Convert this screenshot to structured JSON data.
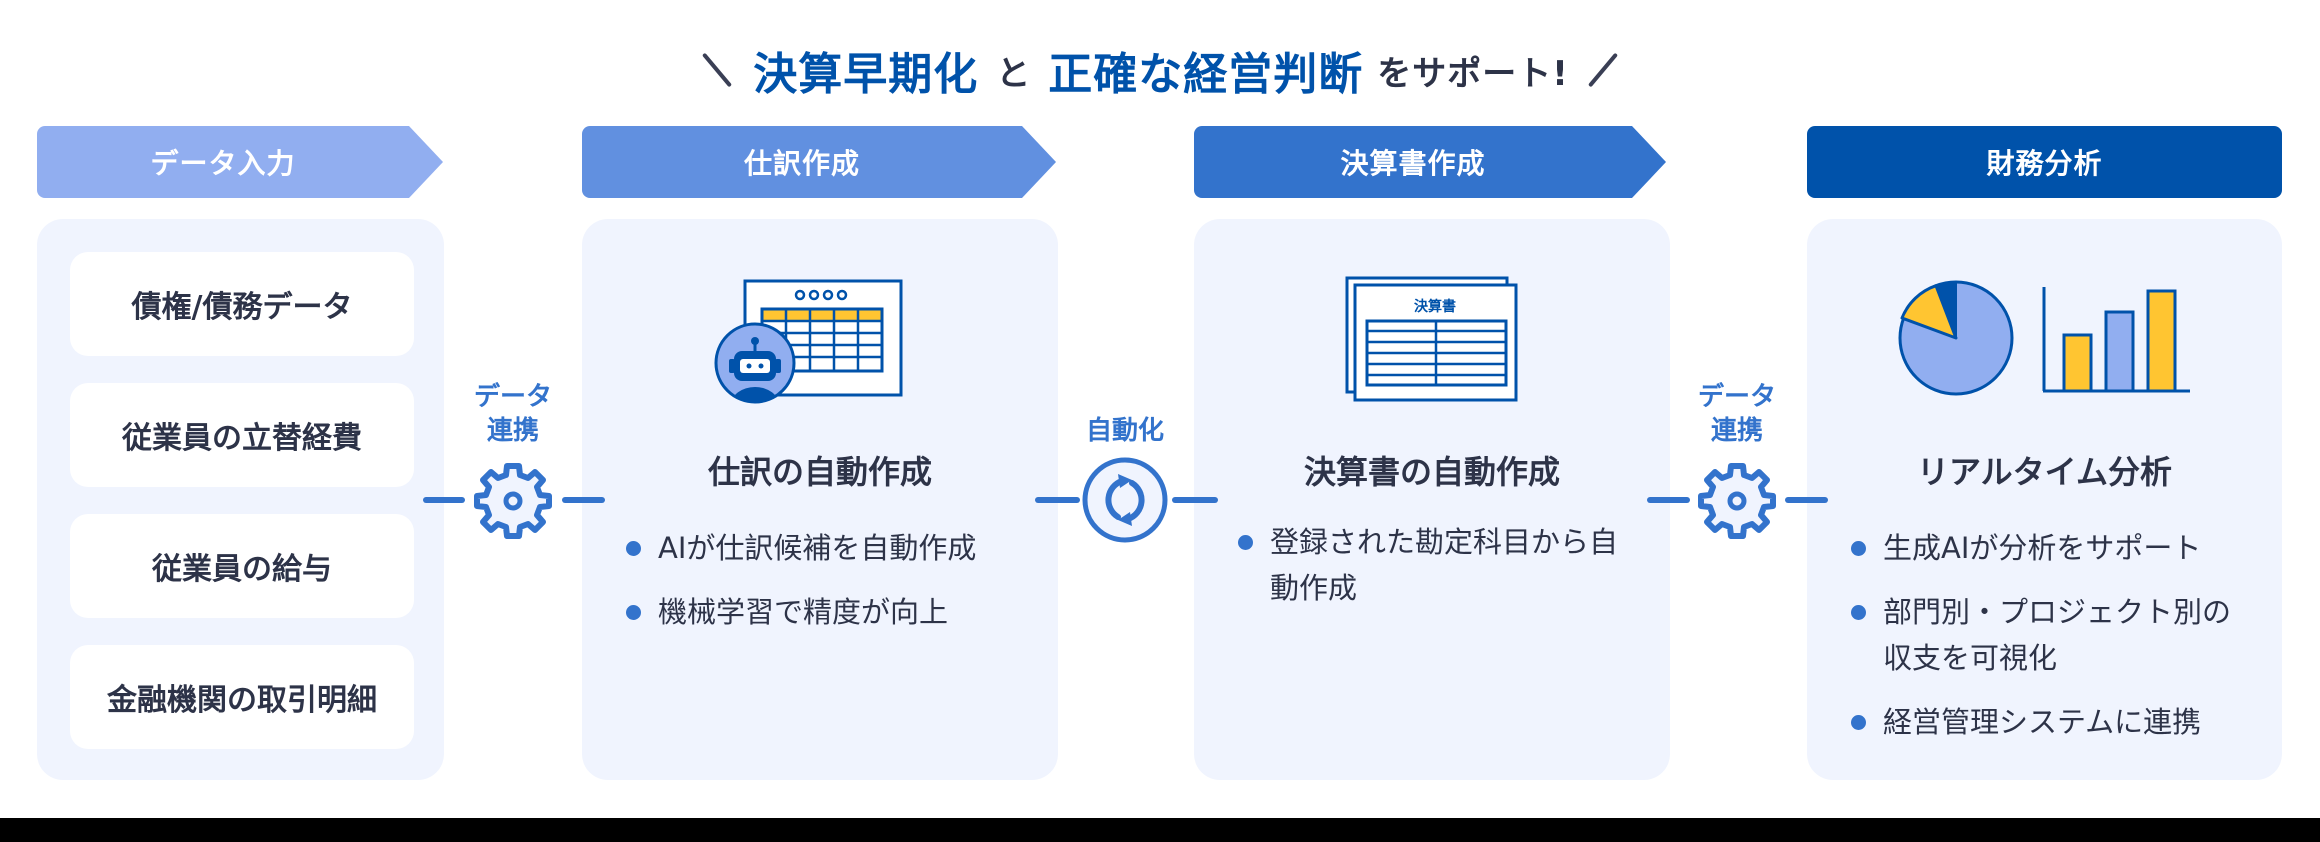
{
  "headline": {
    "highlight_1": "決算早期化",
    "connector": "と",
    "highlight_2": "正確な経営判断",
    "tail": "をサポート!"
  },
  "colors": {
    "brand_blue": "#0052AA",
    "stage_1": "#91AEF0",
    "stage_2": "#6190E0",
    "stage_3": "#3373CC",
    "stage_4": "#0052AA",
    "card_bg": "#F0F4FE",
    "accent_yellow": "#FFC531",
    "text_dark": "#2D3348"
  },
  "stages": [
    {
      "header": "データ入力",
      "items": [
        "債権/債務データ",
        "従業員の立替経費",
        "従業員の給与",
        "金融機関の取引明細"
      ]
    },
    {
      "header": "仕訳作成",
      "icon": "robot-spreadsheet-icon",
      "title": "仕訳の自動作成",
      "bullets": [
        "AIが仕訳候補を自動作成",
        "機械学習で精度が向上"
      ]
    },
    {
      "header": "決算書作成",
      "icon": "financial-statement-document-icon",
      "icon_label": "決算書",
      "title": "決算書の自動作成",
      "bullets": [
        "登録された勘定科目から自動作成"
      ]
    },
    {
      "header": "財務分析",
      "icon": "pie-and-bar-chart-icon",
      "title": "リアルタイム分析",
      "bullets": [
        "生成AIが分析をサポート",
        "部門別・プロジェクト別の収支を可視化",
        "経営管理システムに連携"
      ]
    }
  ],
  "connectors": [
    {
      "label_line1": "データ",
      "label_line2": "連携",
      "icon": "gear-icon"
    },
    {
      "label_line1": "自動化",
      "label_line2": "",
      "icon": "refresh-cycle-icon"
    },
    {
      "label_line1": "データ",
      "label_line2": "連携",
      "icon": "gear-icon"
    }
  ]
}
